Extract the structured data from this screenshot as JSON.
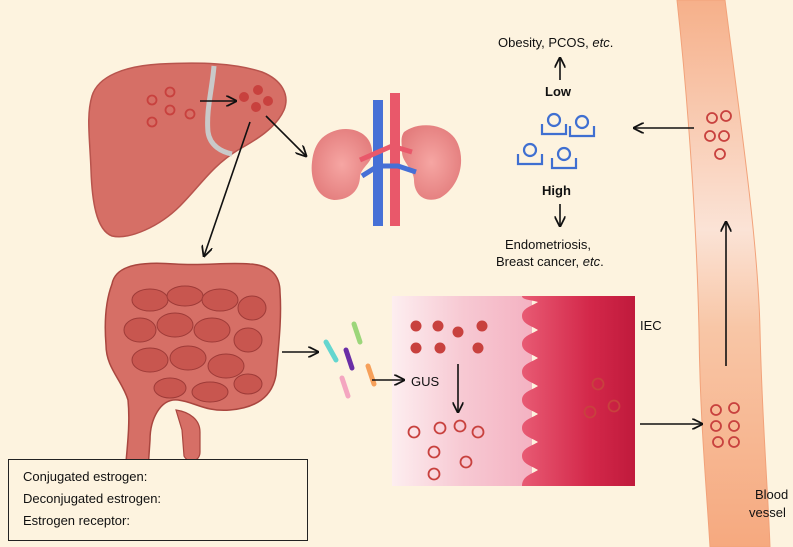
{
  "labels": {
    "obesity_pcos": "Obesity, PCOS,",
    "etc": "etc",
    "period": ".",
    "low": "Low",
    "high": "High",
    "endometriosis": "Endometriosis,",
    "breast_cancer": "Breast cancer,",
    "iec": "IEC",
    "gus": "GUS",
    "blood": "Blood",
    "vessel": "vessel"
  },
  "legend": {
    "conjugated": "Conjugated estrogen:",
    "deconjugated": "Deconjugated estrogen:",
    "receptor": "Estrogen receptor:"
  },
  "colors": {
    "background": "#fdf3df",
    "organ": "#d9736a",
    "organ_dark": "#9e3b38",
    "estrogen": "#c8413e",
    "receptor": "#3f6fd1",
    "vessel_blue": "#4670d6",
    "vessel_red": "#e9586a",
    "iec": "#c8203f",
    "blood_vessel": "#f6b48c"
  }
}
